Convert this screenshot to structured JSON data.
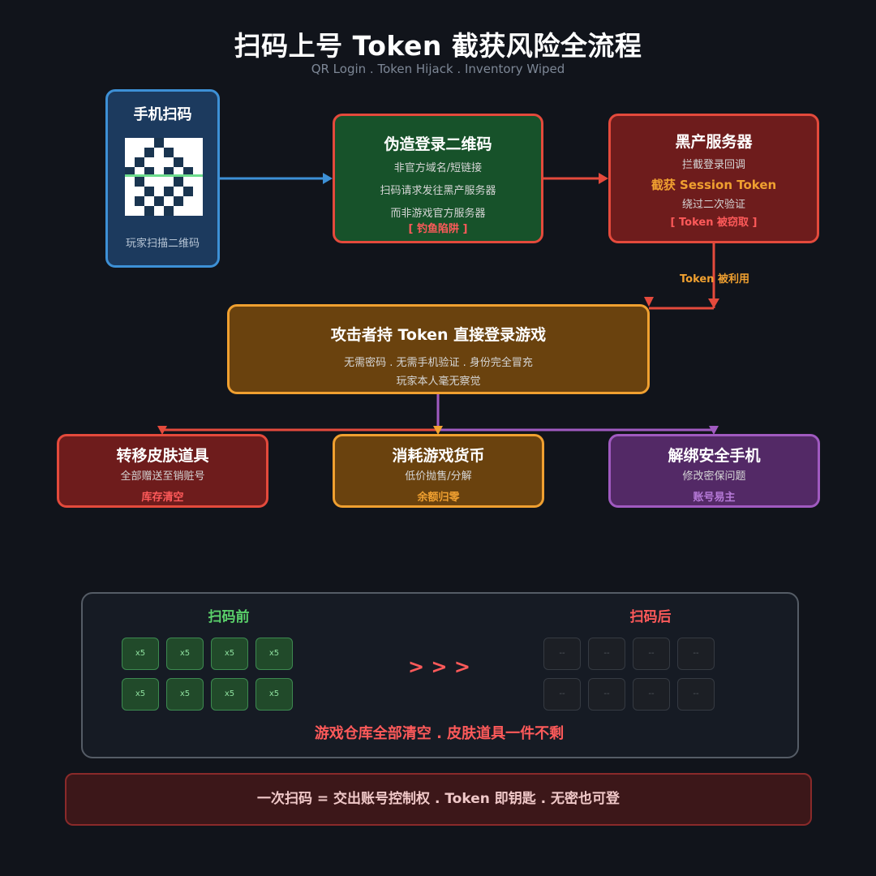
{
  "title": "扫码上号 Token 截获风险全流程",
  "subtitle": "QR Login . Token Hijack . Inventory Wiped",
  "phone": {
    "title": "手机扫码",
    "caption": "玩家扫描二维码"
  },
  "fake_qr": {
    "title": "伪造登录二维码",
    "line1": "非官方域名/短链接",
    "line2": "扫码请求发往黑产服务器",
    "line3": "而非游戏官方服务器",
    "tag": "[ 钓鱼陷阱 ]"
  },
  "black_server": {
    "title": "黑产服务器",
    "line1": "拦截登录回调",
    "highlight": "截获 Session Token",
    "line2": "绕过二次验证",
    "tag": "[ Token 被窃取 ]"
  },
  "arrow_label": "Token 被利用",
  "attacker": {
    "title": "攻击者持 Token 直接登录游戏",
    "line1": "无需密码 . 无需手机验证 . 身份完全冒充",
    "line2": "玩家本人毫无察觉"
  },
  "outcomes": [
    {
      "title": "转移皮肤道具",
      "desc": "全部赠送至销赃号",
      "result": "库存清空",
      "result_color": "#ff5a5a"
    },
    {
      "title": "消耗游戏货币",
      "desc": "低价抛售/分解",
      "result": "余额归零",
      "result_color": "#f0a030"
    },
    {
      "title": "解绑安全手机",
      "desc": "修改密保问题",
      "result": "账号易主",
      "result_color": "#b67ad8"
    }
  ],
  "inventory": {
    "before_label": "扫码前",
    "after_label": "扫码后",
    "before_slot": "x5",
    "after_slot": "--",
    "transition": "> > >",
    "summary": "游戏仓库全部清空 . 皮肤道具一件不剩"
  },
  "footer": "一次扫码 = 交出账号控制权 . Token 即钥匙 . 无密也可登",
  "colors": {
    "background": "#11141b",
    "red": "#e44a3c",
    "blue": "#3d90d6",
    "orange": "#f0a030",
    "purple": "#a05ac0"
  }
}
